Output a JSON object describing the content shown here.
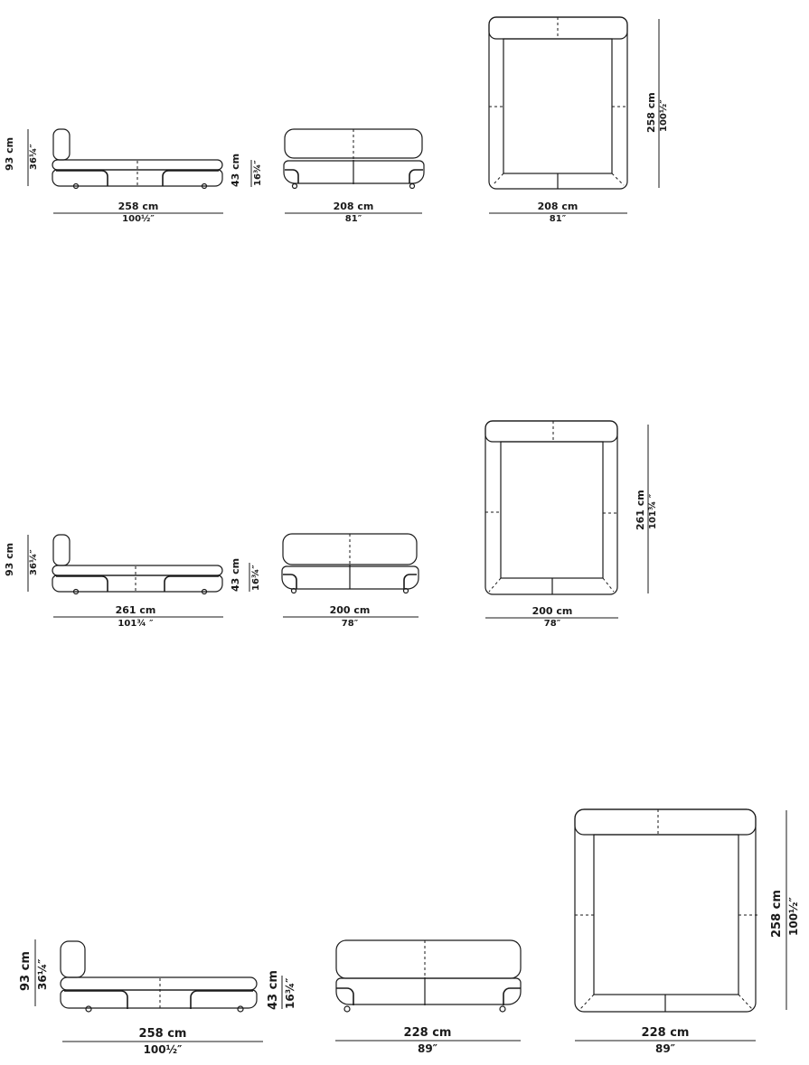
{
  "diagrams": [
    {
      "name": "config-1",
      "side": {
        "height_cm": "93 cm",
        "height_in": "36¼″",
        "seat_cm": "43 cm",
        "seat_in": "16¾″",
        "length_cm": "258 cm",
        "length_in": "100½″"
      },
      "front": {
        "width_cm": "208 cm",
        "width_in": "81″"
      },
      "top": {
        "width_cm": "208 cm",
        "width_in": "81″",
        "length_cm": "258 cm",
        "length_in": "100½″"
      }
    },
    {
      "name": "config-2",
      "side": {
        "height_cm": "93 cm",
        "height_in": "36¼″",
        "seat_cm": "43 cm",
        "seat_in": "16¾″",
        "length_cm": "261 cm",
        "length_in": "101¾ ″"
      },
      "front": {
        "width_cm": "200 cm",
        "width_in": "78″"
      },
      "top": {
        "width_cm": "200 cm",
        "width_in": "78″",
        "length_cm": "261 cm",
        "length_in": "101¾ ″"
      }
    },
    {
      "name": "config-3",
      "side": {
        "height_cm": "93 cm",
        "height_in": "36¼″",
        "seat_cm": "43 cm",
        "seat_in": "16¾″",
        "length_cm": "258 cm",
        "length_in": "100½″"
      },
      "front": {
        "width_cm": "228 cm",
        "width_in": "89″"
      },
      "top": {
        "width_cm": "228 cm",
        "width_in": "89″",
        "length_cm": "258 cm",
        "length_in": "100½″"
      }
    }
  ],
  "colors": {
    "line": "#1a1a1a",
    "background": "#ffffff"
  }
}
